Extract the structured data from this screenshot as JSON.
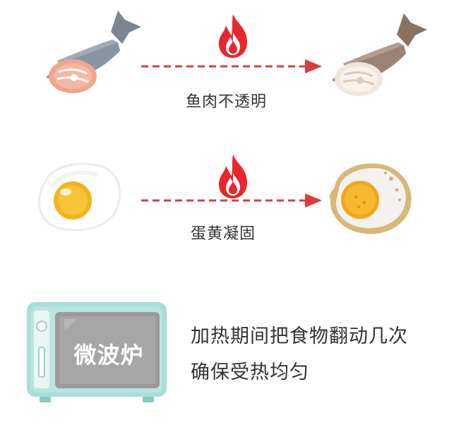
{
  "steps": [
    {
      "label": "鱼肉不透明"
    },
    {
      "label": "蛋黄凝固"
    }
  ],
  "microwave": {
    "label": "微波炉",
    "tip_line1": "加热期间把食物翻动几次",
    "tip_line2": "确保受热均匀"
  },
  "colors": {
    "arrow": "#e03a3a",
    "flame": "#e8262b",
    "microwave_body": "#a8ddd8",
    "microwave_window": "#9a9a9a",
    "yolk": "#f6b21a"
  },
  "icons": [
    "raw-fish-icon",
    "cooked-fish-icon",
    "raw-egg-icon",
    "fried-egg-icon",
    "flame-icon",
    "microwave-icon"
  ]
}
